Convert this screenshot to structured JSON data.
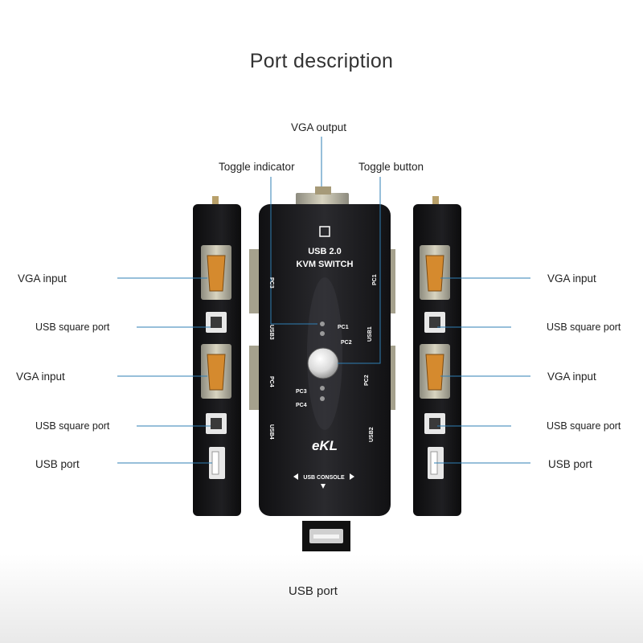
{
  "title": "Port description",
  "labels": {
    "vga_output": "VGA output",
    "toggle_indicator": "Toggle indicator",
    "toggle_button": "Toggle button",
    "left_vga_input_1": "VGA input",
    "left_usb_square_1": "USB square port",
    "left_vga_input_2": "VGA input",
    "left_usb_square_2": "USB square port",
    "left_usb_port": "USB port",
    "right_vga_input_1": "VGA input",
    "right_usb_square_1": "USB square port",
    "right_vga_input_2": "VGA input",
    "right_usb_square_2": "USB square port",
    "right_usb_port": "USB port",
    "bottom_usb_port": "USB port"
  },
  "device": {
    "line1": "USB 2.0",
    "line2": "KVM SWITCH",
    "pc1": "PC1",
    "pc2": "PC2",
    "pc3": "PC3",
    "pc4": "PC4",
    "side_pc1": "PC1",
    "side_pc2": "PC2",
    "side_pc3": "PC3",
    "side_pc4": "PC4",
    "usb1": "USB1",
    "usb2": "USB2",
    "usb3": "USB3",
    "usb4": "USB4",
    "brand": "eKL",
    "console": "USB CONSOLE"
  },
  "colors": {
    "leader_line": "#2f7fb5",
    "device_body": "#1b1b1d",
    "vga_port": "#d58a2e"
  }
}
